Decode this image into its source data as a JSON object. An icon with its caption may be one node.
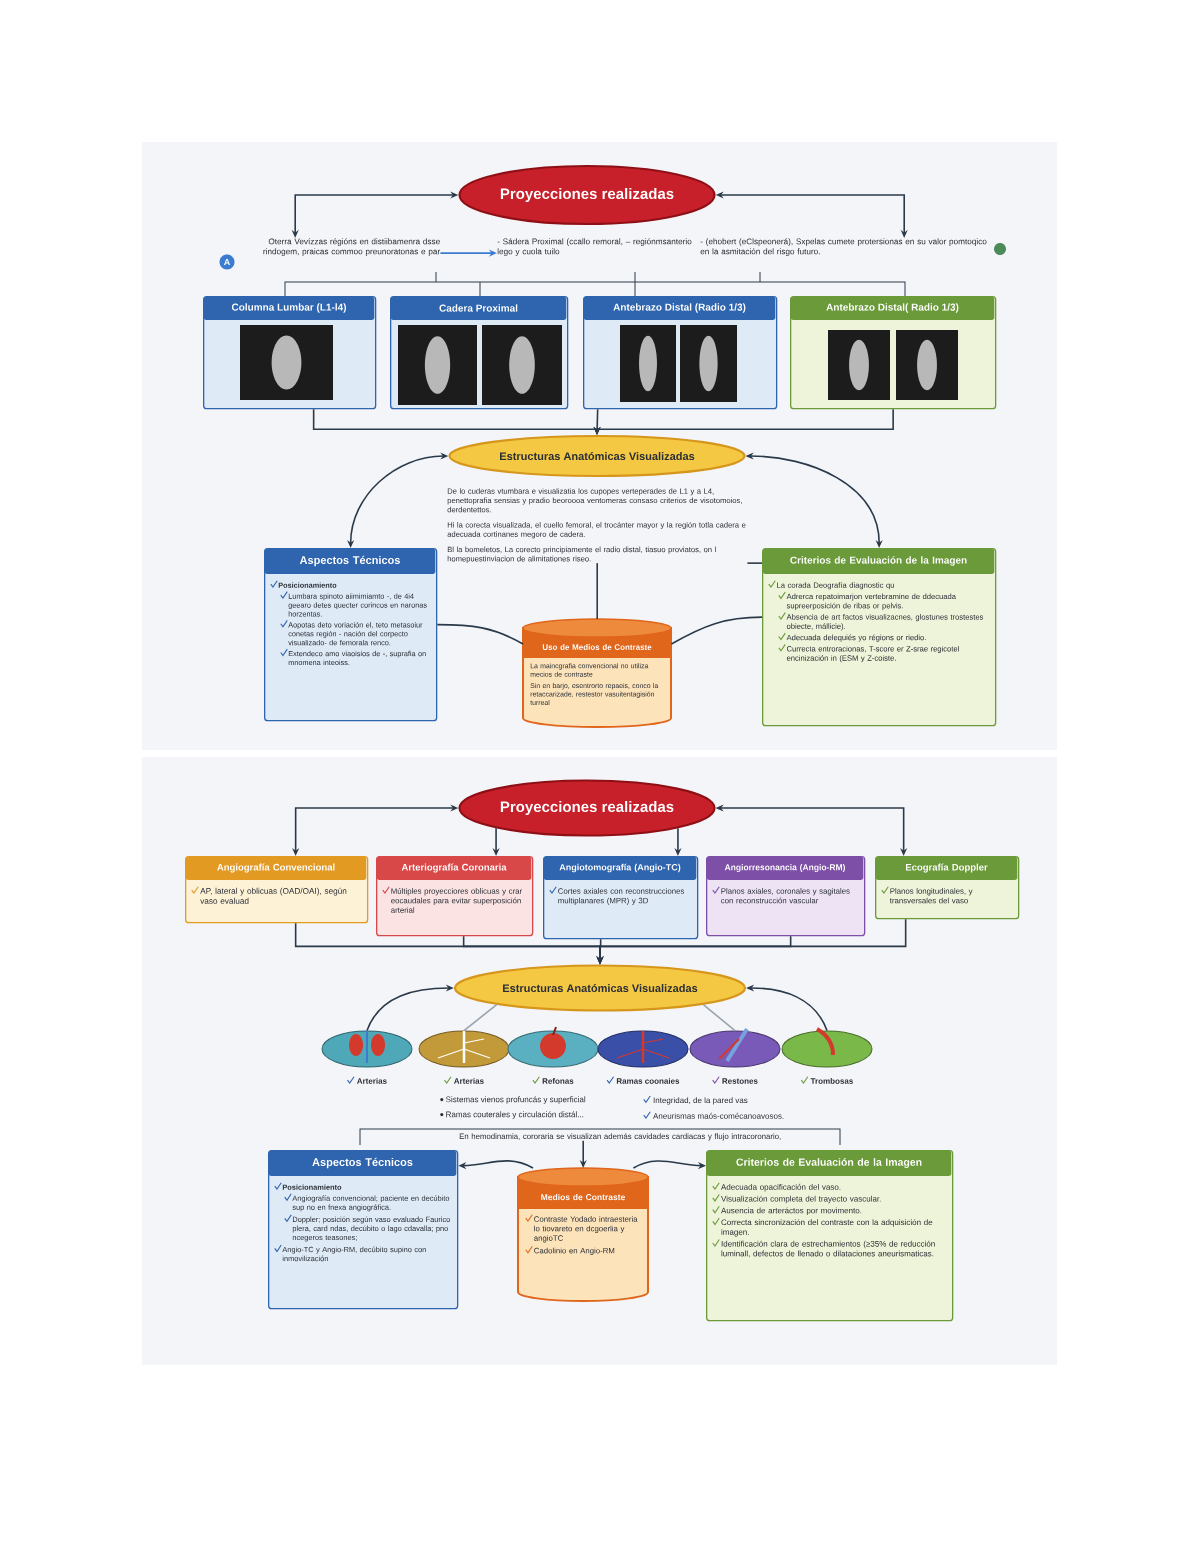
{
  "diagram": {
    "nodes": [
      {
        "text": [
          "Proyecciones realizadas"
        ]
      },
      {
        "text": [
          "Oterra Vevízzas régións en distiibamenra dsse rindogem, praicas commoo preunoratonas e par"
        ]
      },
      {
        "text": [
          "- Sádera Proximal (ccallo remoral, – regiónmsanterio lego y cuola tuilo"
        ]
      },
      {
        "text": [
          "- (ehobert (eClspeonerá), Sxpelas cumete protersionas en su valor pomtoqico en la asmitación del risgo futuro."
        ]
      },
      {
        "text": [
          "Columna Lumbar (L1-l4)"
        ]
      },
      {
        "text": [
          "Cadera Proximal"
        ]
      },
      {
        "text": [
          "Antebrazo Distal (Radio 1/3)"
        ]
      },
      {
        "text": [
          "Antebrazo Distal( Radio 1/3)"
        ]
      },
      {
        "text": [
          "Estructuras Anatómicas Visualizadas"
        ]
      },
      {
        "text": [
          "De lo cuderas vtumbara e visualizatia los cupopes verteperades de L1 y a L4, penettoprafia sensias y pradio beoroooa ventomeras consaso criterios de visotomoios, derdentettos.",
          "Hi la corecta visualizada, el cuello femoral, el trocánter mayor y la región totla cadera e adecuada cortinanes megoro de cadera.",
          "Bl la bomeletos, La corecto principiamente el radio distal, tiasuo proviatos, on l homepuestinviacion de alimitationes riseo."
        ]
      },
      {
        "text": [
          "Aspectos Técnicos",
          "Posicionamiento",
          "Lumbara spinoto aiimimiamto -, de 4i4 geearo detes quecter corincos en naronas horzentas.",
          "Aopotas deto voriación el, teto metasoiur conetas región - nación del corpecto visualizado- de femorala renco.",
          "Extendeco amo viaoisios de -, suprafia on mnomena inteoiss."
        ]
      },
      {
        "text": [
          "Criterios de Evaluación de la Imagen",
          "La corada Deografía diagnostic qu",
          "Adrerca repatoimarjon vertebramine de ddecuada supreerposición de ribas or pelvis.",
          "Absencia de art factos visualizacnes, glostunes trostestes obiecte, mállicie).",
          "Adecuada delequiés yo régions or riedio.",
          "Currecta entroracionas, T-score er Z-srae regicotel encinización in (ESM y Z-coiste."
        ]
      },
      {
        "text": [
          "Uso de Medios de Contraste",
          "La maincgrafia convencional no utiliza mecios de contraste",
          "Sin en barjo, esentrorto repaeis, conco la retaccarizade, restestor vasuitentagisión turreal"
        ]
      },
      {
        "text": [
          "Proyecciones realizadas"
        ]
      },
      {
        "text": [
          "Angiografía Convencional",
          "AP, lateral y oblicuas (OAD/OAI), según vaso evaluad"
        ]
      },
      {
        "text": [
          "Arteriografía Coronaria",
          "Múltiples proyecciores oblicuas y crar eocaudales para evitar superposición arterial"
        ]
      },
      {
        "text": [
          "Angiotomografía (Angio-TC)",
          "Cortes axiales con reconstrucciones multiplanares (MPR) y 3D"
        ]
      },
      {
        "text": [
          "Angiorresonancia (Angio-RM)",
          "Planos axiales, coronales y sagitales con reconstrucción vascular"
        ]
      },
      {
        "text": [
          "Ecografía Doppler",
          "Planos longitudinales, y transversales del vaso"
        ]
      },
      {
        "text": [
          "Estructuras Anatómicas Visualizadas"
        ]
      },
      {
        "text": [
          "Arterias"
        ]
      },
      {
        "text": [
          "Arterias"
        ]
      },
      {
        "text": [
          "Refonas"
        ]
      },
      {
        "text": [
          "Ramas coonaies"
        ]
      },
      {
        "text": [
          "Restones"
        ]
      },
      {
        "text": [
          "Trombosas"
        ]
      },
      {
        "text": [
          "En hemodinamia, cororaria se visualizan además cavidades cardiacas y flujo intracoronario,"
        ]
      },
      {
        "text": [
          "Aspectos Técnicos",
          "Posicionamiento",
          "Angiografía convencional; paciente en decúbito sup no en fnexa angiográfica.",
          "Doppler; posición según vaso evaluado Faurico plera, card ndas, decúbito o lago cdavalla; pno ncegeros teasones;",
          "Angio-TC y Angio-RM, decúbito supino con inmovilización"
        ]
      },
      {
        "text": [
          "Medios de Contraste",
          "Contraste Yodado intraesteria lo tiovareto en dcgoerlia y angioTC",
          "Cadolinio en Angio-RM"
        ]
      },
      {
        "text": [
          "Criterios de Evaluación de la Imagen",
          "Adecuada opacificación del vaso.",
          "Visualización completa del trayecto vascular.",
          "Ausencia de arteráctos por movimento.",
          "Correcta sincronización del contraste con la adquisición de imagen.",
          "Identificación clara de estrechamientos (≥35% de reducción luminall, defectos de llenado o dilataciones aneurismaticas."
        ]
      }
    ],
    "edges": [
      {
        "from": 0,
        "to": 1,
        "arrow": "both"
      },
      {
        "from": 0,
        "to": 3,
        "arrow": "both"
      },
      {
        "from": 1,
        "to": 2,
        "arrow": "to",
        "color": "#3b7bd0"
      },
      {
        "from": 4,
        "to": 8,
        "arrow": "to"
      },
      {
        "from": 6,
        "to": 8,
        "arrow": "to"
      },
      {
        "from": 7,
        "to": 8,
        "arrow": "to"
      },
      {
        "from": 8,
        "to": 10,
        "arrow": "both"
      },
      {
        "from": 8,
        "to": 11,
        "arrow": "both"
      },
      {
        "from": 9,
        "to": 12,
        "arrow": "none"
      },
      {
        "from": 9,
        "to": 11,
        "arrow": "none"
      },
      {
        "from": 12,
        "to": 10,
        "arrow": "none"
      },
      {
        "from": 12,
        "to": 11,
        "arrow": "none"
      },
      {
        "from": 13,
        "to": 14,
        "arrow": "both"
      },
      {
        "from": 13,
        "to": 18,
        "arrow": "both"
      },
      {
        "from": 13,
        "to": 15,
        "arrow": "to"
      },
      {
        "from": 13,
        "to": 16,
        "arrow": "to"
      },
      {
        "from": 14,
        "to": 19,
        "arrow": "to"
      },
      {
        "from": 15,
        "to": 19,
        "arrow": "to"
      },
      {
        "from": 16,
        "to": 19,
        "arrow": "to"
      },
      {
        "from": 17,
        "to": 19,
        "arrow": "to"
      },
      {
        "from": 18,
        "to": 19,
        "arrow": "to"
      },
      {
        "from": 20,
        "to": 19,
        "arrow": "to"
      },
      {
        "from": 25,
        "to": 19,
        "arrow": "to"
      },
      {
        "from": 21,
        "to": 19,
        "arrow": "none",
        "color": "#9aa4ad"
      },
      {
        "from": 24,
        "to": 19,
        "arrow": "none",
        "color": "#9aa4ad"
      },
      {
        "from": 26,
        "to": 28,
        "arrow": "to"
      },
      {
        "from": 28,
        "to": 27,
        "arrow": "to"
      },
      {
        "from": 28,
        "to": 29,
        "arrow": "to"
      }
    ],
    "labels": [
      "A",
      "Sistemas vienos profuncás y superficial",
      "Integridad, de la pared vas",
      "Ramas couterales y circulación distál...",
      "Aneurismas maós-comécanoavosos."
    ]
  }
}
